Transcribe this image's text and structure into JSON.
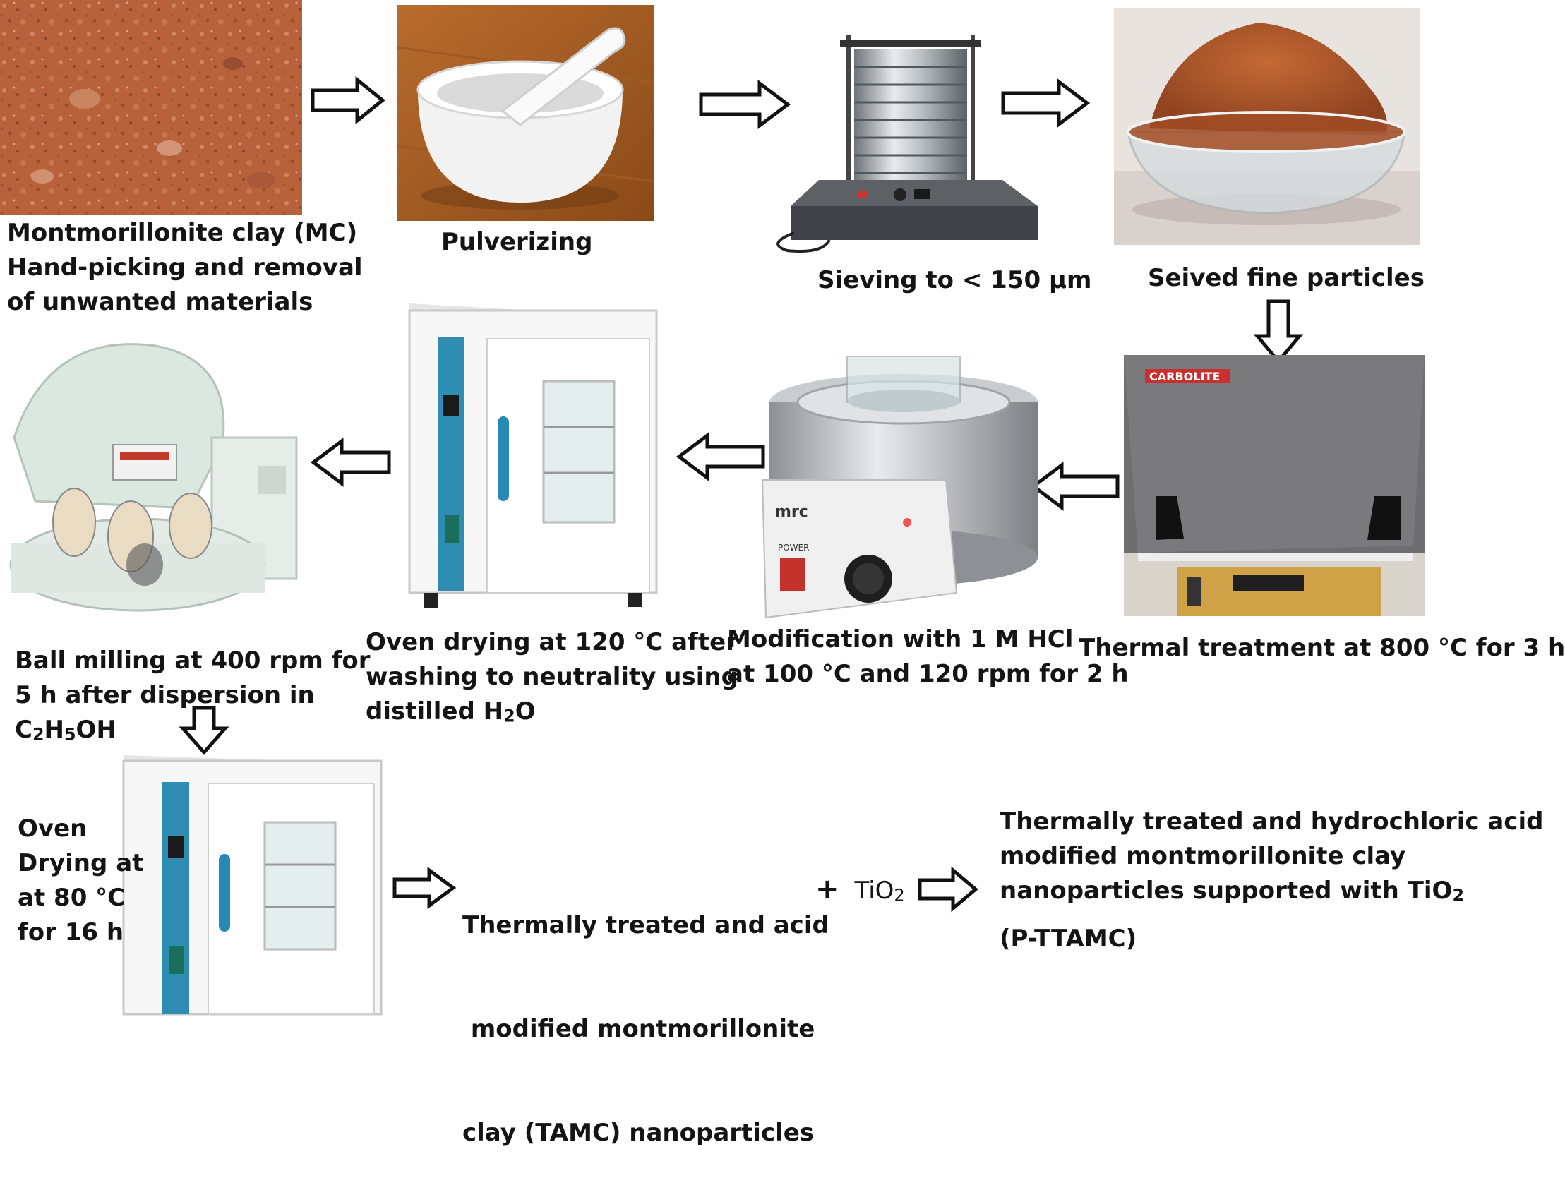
{
  "steps": {
    "clay": {
      "lines": [
        "Montmorillonite clay (MC)",
        "Hand-picking and removal",
        "of unwanted materials"
      ],
      "icon": "red-clay-soil-photo"
    },
    "pulverizing": {
      "lines": [
        "Pulverizing"
      ],
      "icon": "mortar-and-pestle-photo"
    },
    "sieving": {
      "lines": [
        "Sieving to < 150 μm"
      ],
      "icon": "sieve-shaker-photo"
    },
    "fine_particles": {
      "lines": [
        "Seived fine particles"
      ],
      "icon": "powder-bowl-photo"
    },
    "thermal": {
      "lines": [
        "Thermal treatment at 800 °C for 3 h"
      ],
      "icon": "muffle-furnace-photo",
      "brand": "CARBOLITE"
    },
    "acid": {
      "lines": [
        "Modification with 1 M HCl",
        "at 100 °C and 120 rpm for 2 h"
      ],
      "icon": "heating-mantle-photo",
      "brand": "mrc",
      "power_label": "POWER"
    },
    "oven_wash": {
      "lines": [
        "Oven drying at 120 °C after",
        "washing to neutrality using"
      ],
      "line3_prefix": "distilled H",
      "line3_sub": "2",
      "line3_suffix": "O",
      "icon": "drying-oven-photo"
    },
    "ball_mill": {
      "lines": [
        "Ball milling at 400 rpm for",
        "5 h after dispersion in"
      ],
      "formula": {
        "c": "C",
        "c_sub": "2",
        "h": "H",
        "h_sub": "5",
        "oh": "OH"
      },
      "icon": "planetary-ball-mill-photo"
    },
    "oven_final": {
      "lines": [
        "Oven",
        "Drying at",
        "at 80 °C",
        "for 16 h"
      ],
      "icon": "drying-oven-photo"
    },
    "tamc": {
      "lines": [
        "Thermally treated and acid",
        " modified montmorillonite",
        "clay (TAMC) nanoparticles"
      ]
    },
    "tio2": {
      "plus": "+",
      "prefix": "TiO",
      "sub": "2"
    },
    "product": {
      "lines": [
        "Thermally treated and hydrochloric acid",
        "modified montmorillonite clay"
      ],
      "line3_prefix": "nanoparticles supported with TiO",
      "line3_sub": "2",
      "line4": "(P-TTAMC)"
    }
  },
  "colors": {
    "text": "#141414",
    "arrow_stroke": "#111111",
    "arrow_fill": "#ffffff",
    "clay": "#b8623c",
    "oven_blue": "#2f8db4",
    "furnace_gray": "#6e6e70"
  }
}
